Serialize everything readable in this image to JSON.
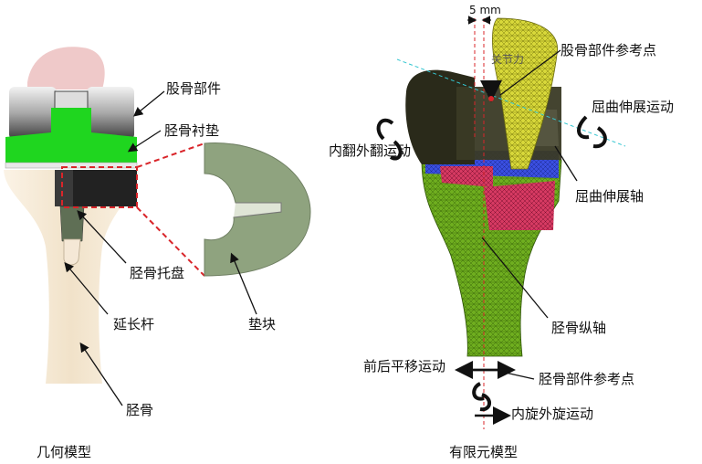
{
  "left": {
    "labels": {
      "femoral": "股骨部件",
      "liner": "胫骨衬垫",
      "tray": "胫骨托盘",
      "stem": "延长杆",
      "tibia": "胫骨",
      "pad": "垫块"
    },
    "caption": "几何模型"
  },
  "right": {
    "labels": {
      "offset": "5 mm",
      "force": "关节力",
      "fem_ref": "股骨部件参考点",
      "flex_motion": "屈曲伸展运动",
      "varus_motion": "内翻外翻运动",
      "flex_axis": "屈曲伸展轴",
      "long_axis": "胫骨纵轴",
      "ap_motion": "前后平移运动",
      "tib_ref": "胫骨部件参考点",
      "rot_motion": "内旋外旋运动"
    },
    "caption": "有限元模型"
  },
  "colors": {
    "femoral_metal": "#c8c8c8",
    "liner_green": "#1fd61f",
    "tibia_bone": "#f7ead8",
    "pad_gray": "#8fa37f",
    "mesh_green": "#6fae1f",
    "mesh_yellow": "#d8d83a",
    "mesh_blue": "#3a4fe0",
    "mesh_red": "#e03a5a",
    "zoom_dash": "#d9252a"
  }
}
